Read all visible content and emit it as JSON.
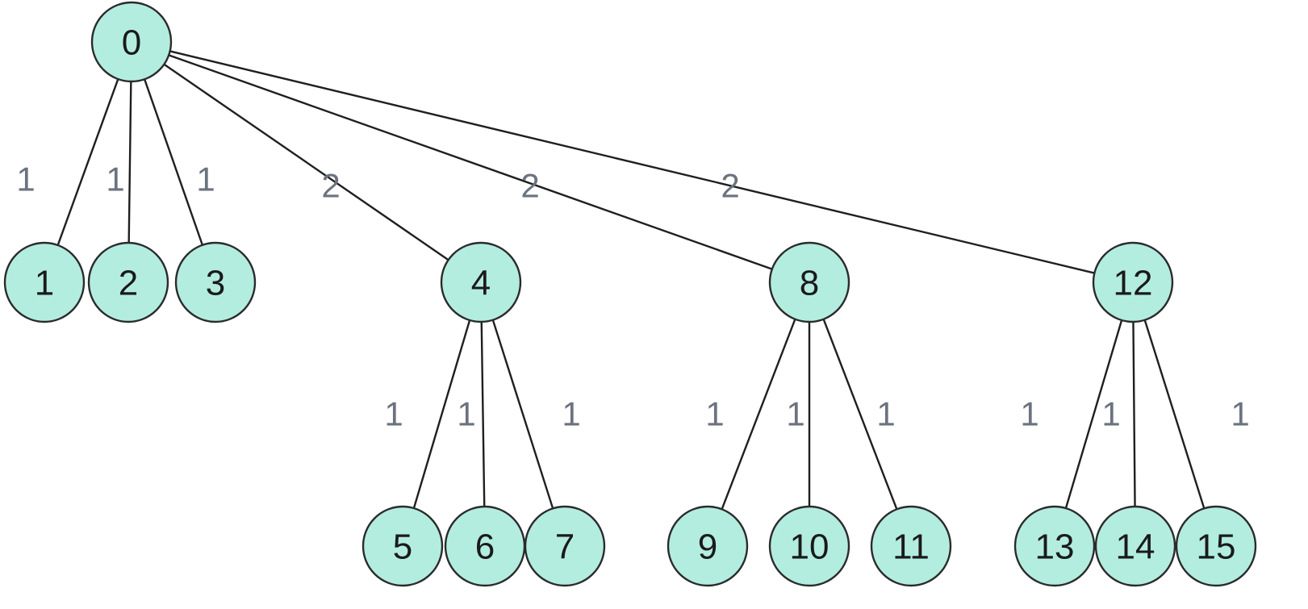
{
  "colors": {
    "node_fill": "#b3ede0",
    "node_stroke": "#2b2b2b",
    "edge": "#1f1f1f",
    "edge_label": "#6b7280"
  },
  "nodes": [
    "0",
    "1",
    "2",
    "3",
    "4",
    "5",
    "6",
    "7",
    "8",
    "9",
    "10",
    "11",
    "12",
    "13",
    "14",
    "15"
  ],
  "edges": [
    {
      "from": "0",
      "to": "1",
      "weight": "1"
    },
    {
      "from": "0",
      "to": "2",
      "weight": "1"
    },
    {
      "from": "0",
      "to": "3",
      "weight": "1"
    },
    {
      "from": "0",
      "to": "4",
      "weight": "2"
    },
    {
      "from": "0",
      "to": "8",
      "weight": "2"
    },
    {
      "from": "0",
      "to": "12",
      "weight": "2"
    },
    {
      "from": "4",
      "to": "5",
      "weight": "1"
    },
    {
      "from": "4",
      "to": "6",
      "weight": "1"
    },
    {
      "from": "4",
      "to": "7",
      "weight": "1"
    },
    {
      "from": "8",
      "to": "9",
      "weight": "1"
    },
    {
      "from": "8",
      "to": "10",
      "weight": "1"
    },
    {
      "from": "8",
      "to": "11",
      "weight": "1"
    },
    {
      "from": "12",
      "to": "13",
      "weight": "1"
    },
    {
      "from": "12",
      "to": "14",
      "weight": "1"
    },
    {
      "from": "12",
      "to": "15",
      "weight": "1"
    }
  ]
}
